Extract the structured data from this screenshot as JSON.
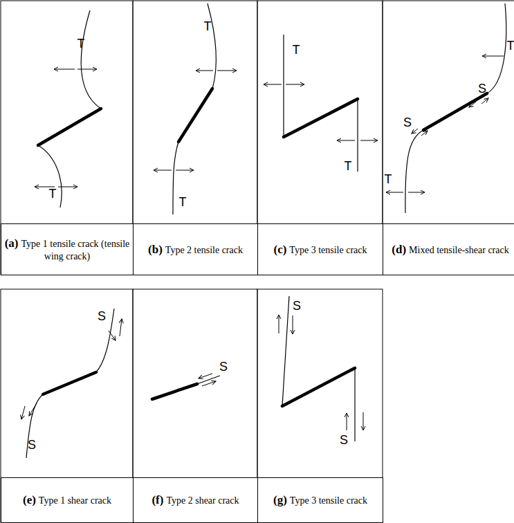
{
  "diagram": {
    "nodes": [
      {
        "text": [
          "(a)",
          "Type 1 tensile crack (tensile wing crack)"
        ]
      },
      {
        "text": [
          "(b)",
          "Type 2 tensile crack"
        ]
      },
      {
        "text": [
          "(c)",
          "Type 3 tensile crack"
        ]
      },
      {
        "text": [
          "(d)",
          "Mixed tensile-shear crack"
        ]
      },
      {
        "text": [
          "(e)",
          "Type 1 shear crack"
        ]
      },
      {
        "text": [
          "(f)",
          "Type 2 shear crack"
        ]
      },
      {
        "text": [
          "(g)",
          "Type 3 tensile crack"
        ]
      }
    ],
    "labels": [
      "T",
      "T",
      "T",
      "T",
      "T",
      "T",
      "T",
      "S",
      "S",
      "T",
      "S",
      "S",
      "S",
      "S",
      "S"
    ]
  }
}
